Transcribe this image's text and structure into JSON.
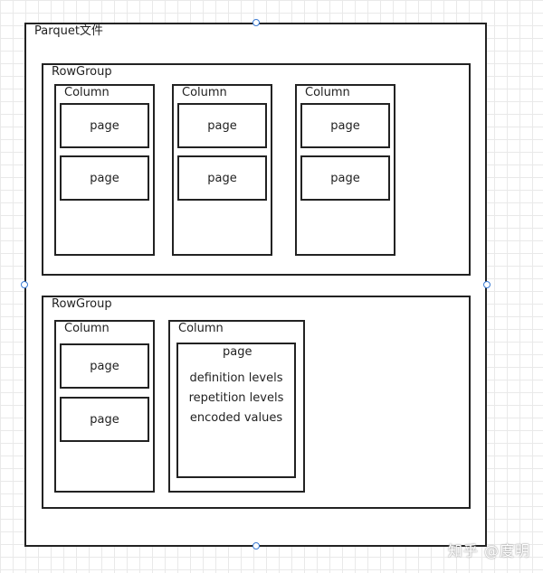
{
  "file": {
    "label": "Parquet文件"
  },
  "row_groups": [
    {
      "label": "RowGroup",
      "columns": [
        {
          "label": "Column",
          "pages": [
            "page",
            "page"
          ]
        },
        {
          "label": "Column",
          "pages": [
            "page",
            "page"
          ]
        },
        {
          "label": "Column",
          "pages": [
            "page",
            "page"
          ]
        }
      ]
    },
    {
      "label": "RowGroup",
      "columns": [
        {
          "label": "Column",
          "pages": [
            "page",
            "page"
          ]
        },
        {
          "label": "Column",
          "page_detail": {
            "label": "page",
            "items": [
              "definition levels",
              "repetition levels",
              "encoded values"
            ]
          }
        }
      ]
    }
  ],
  "watermark": "知乎 @度明",
  "colors": {
    "handle": "#3b7bd4",
    "border": "#222222",
    "grid": "#e9e9e9"
  }
}
